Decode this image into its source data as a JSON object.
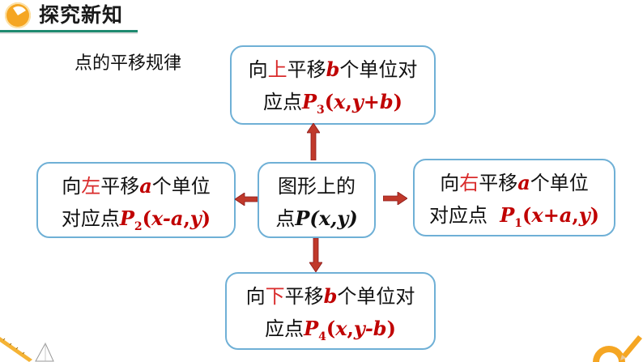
{
  "header": {
    "title": "探究新知",
    "accent_color": "#f5a623",
    "line_color": "#1f8a70",
    "icon": "pie-chart-icon"
  },
  "rule_label": "点的平移规律",
  "center": {
    "line1": "图形上的",
    "line2_prefix": "点",
    "point": "P",
    "coords": "(x,y)"
  },
  "up": {
    "text1": "向",
    "dir": "上",
    "text2": "平移",
    "var": "b",
    "text3": "个单位对",
    "line2_prefix": "应点",
    "point": "P",
    "sub": "3",
    "coords_open": "(",
    "coords_x": "x",
    "coords_sep": ",",
    "coords_y": "y+b",
    "coords_close": ")"
  },
  "left": {
    "text1": "向",
    "dir": "左",
    "text2": "平移",
    "var": "a",
    "text3": "个单位",
    "line2_prefix": "对应点",
    "point": "P",
    "sub": "2",
    "coords_open": "(",
    "coords_x": "x-a",
    "coords_sep": ",",
    "coords_y": "y",
    "coords_close": ")"
  },
  "right": {
    "text1": "向",
    "dir": "右",
    "text2": "平移",
    "var": "a",
    "text3": "个单位",
    "line2_prefix": "对应点",
    "point": "P",
    "sub": "1",
    "coords_open": "(",
    "coords_x": "x+a",
    "coords_sep": ",",
    "coords_y": "y",
    "coords_close": ")"
  },
  "down": {
    "text1": "向",
    "dir": "下",
    "text2": "平移",
    "var": "b",
    "text3": "个单位对",
    "line2_prefix": "应点",
    "point": "P",
    "sub": "4",
    "coords_open": "(",
    "coords_x": "x",
    "coords_sep": ",",
    "coords_y": "y-b",
    "coords_close": ")"
  },
  "colors": {
    "box_border": "#6fb0d6",
    "arrow": "#c0392b",
    "direction_text": "#d92a2a"
  }
}
